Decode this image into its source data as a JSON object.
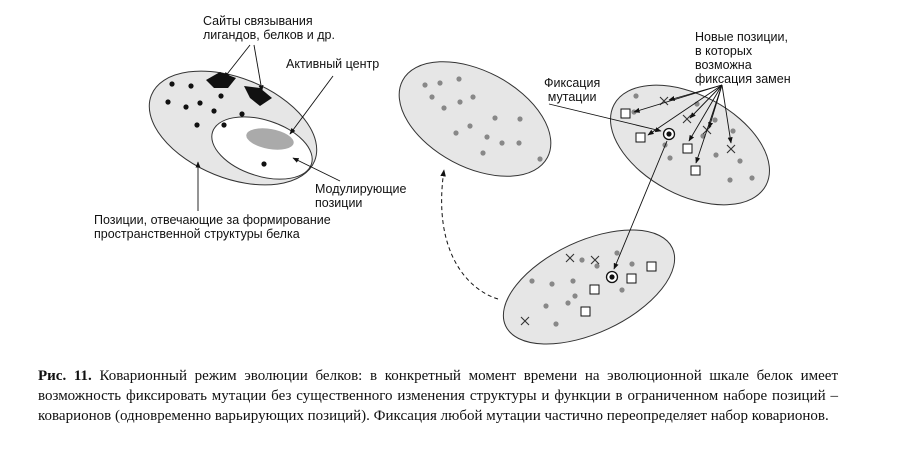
{
  "labels": {
    "binding_sites": [
      "Сайты связывания",
      "лигандов, белков и др."
    ],
    "active_center": "Активный центр",
    "modulating": [
      "Модулирующие",
      "позиции"
    ],
    "structure_positions": [
      "Позиции, отвечающие за формирование",
      "пространственной структуры белка"
    ],
    "fixation": [
      "Фиксация",
      "мутации"
    ],
    "new_positions": [
      "Новые позиции,",
      "в которых",
      "возможна",
      "фиксация замен"
    ]
  },
  "caption": {
    "prefix": "Рис. 11.",
    "text": "Коварионный режим эволюции белков: в конкретный момент времени на эволюционной шкале белок имеет возможность фиксировать мутации без существенного изменения структуры и функции в ограниченном наборе позиций – коварионов (одновременно варьирующих позиций). Фиксация любой мутации частично переопределяет набор коварионов."
  }
}
